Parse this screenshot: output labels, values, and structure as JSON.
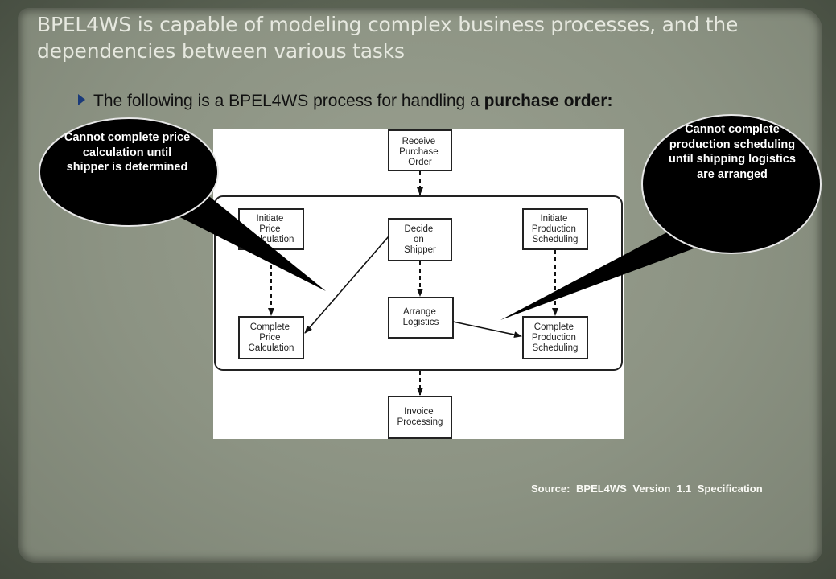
{
  "slide": {
    "title": "BPEL4WS is capable of modeling complex business processes, and the dependencies between various tasks",
    "bullet": {
      "text": "The following is a BPEL4WS process for handling a ",
      "bold_text": "purchase order:"
    },
    "source": "Source: BPEL4WS Version 1.1 Specification"
  },
  "diagram": {
    "nodes": {
      "receive": [
        "Receive",
        "Purchase",
        "Order"
      ],
      "initiate_price": [
        "Initiate",
        "Price",
        "Calculation"
      ],
      "decide": [
        "Decide",
        "on",
        "Shipper"
      ],
      "initiate_prod": [
        "Initiate",
        "Production",
        "Scheduling"
      ],
      "complete_price": [
        "Complete",
        "Price",
        "Calculation"
      ],
      "arrange": [
        "Arrange",
        "Logistics"
      ],
      "complete_prod": [
        "Complete",
        "Production",
        "Scheduling"
      ],
      "invoice": [
        "Invoice",
        "Processing"
      ]
    }
  },
  "callouts": {
    "left": "Cannot complete price calculation until shipper is determined",
    "right": "Cannot complete production scheduling until shipping logistics are arranged"
  }
}
